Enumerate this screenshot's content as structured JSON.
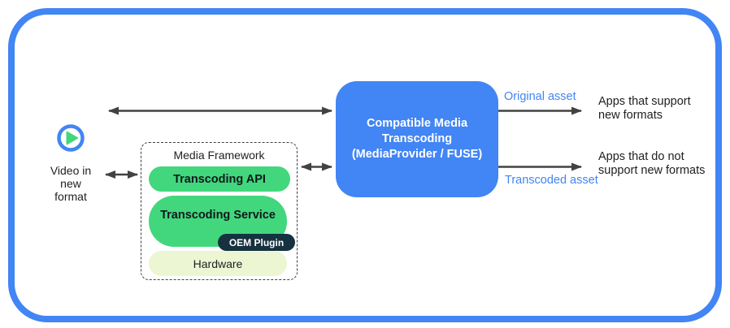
{
  "colors": {
    "frame_blue": "#4285f4",
    "transcoder_blue": "#4285f4",
    "green": "#42d77d",
    "oem_dark_navy": "#16313f",
    "hardware_yellow_green": "#ecf6d3",
    "arrow_gray": "#424242",
    "asset_label_blue": "#4285f4"
  },
  "source": {
    "icon": "play-video-icon",
    "label_lines": [
      "Video in",
      "new",
      "format"
    ]
  },
  "media_framework": {
    "title": "Media Framework",
    "transcoding_api": "Transcoding API",
    "transcoding_service": "Transcoding Service",
    "oem_plugin": "OEM Plugin",
    "hardware": "Hardware"
  },
  "transcoder": {
    "lines": [
      "Compatible Media",
      "Transcoding",
      "(MediaProvider / FUSE)"
    ]
  },
  "outputs": [
    {
      "asset_label": "Original asset",
      "app_lines": [
        "Apps that support",
        "new formats"
      ]
    },
    {
      "asset_label": "Transcoded asset",
      "app_lines": [
        "Apps that do not",
        "support new formats"
      ]
    }
  ]
}
